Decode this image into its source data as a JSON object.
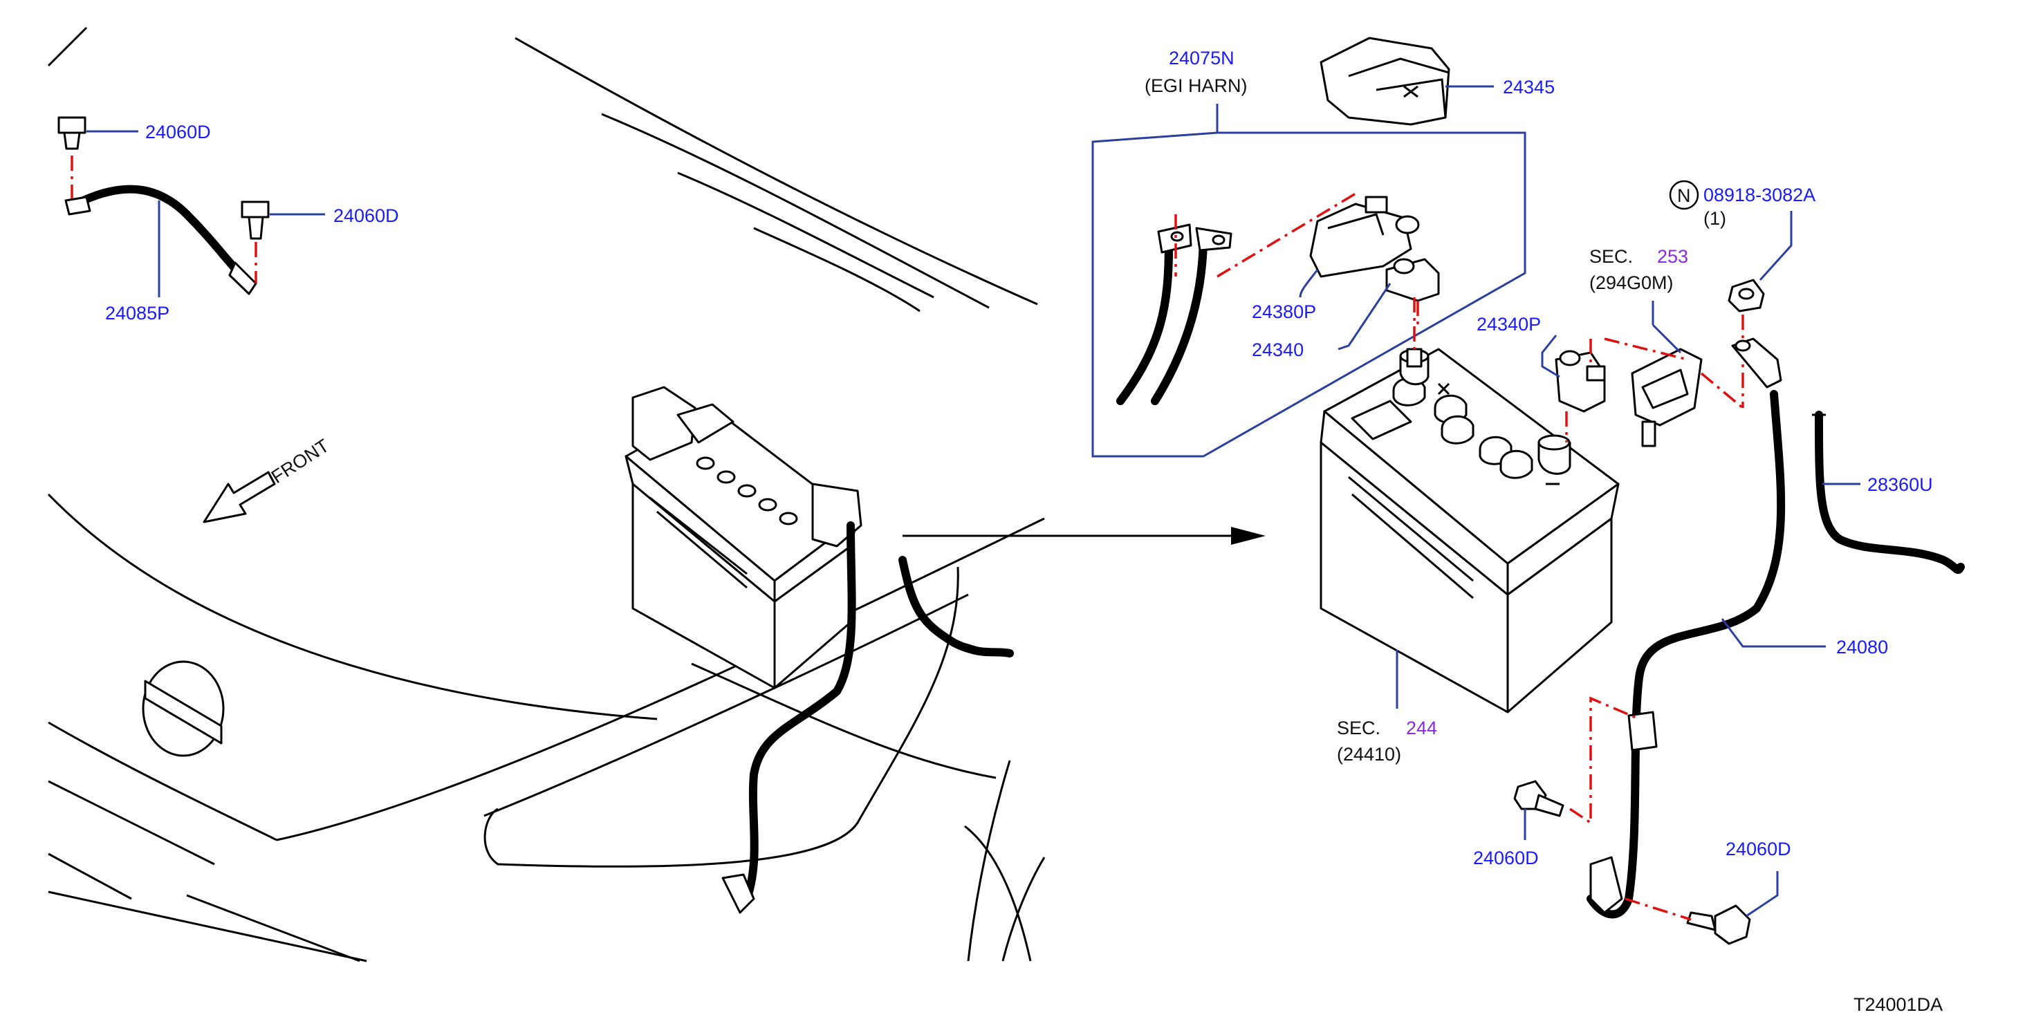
{
  "labels": {
    "p24060D_top": "24060D",
    "p24060D_top2": "24060D",
    "p24085P": "24085P",
    "front": "FRONT",
    "p24075N": "24075N",
    "egi_harn": "(EGI   HARN)",
    "p24345": "24345",
    "p24380P": "24380P",
    "p24340": "24340",
    "nut_symbol": "N",
    "p08918": "08918-3082A",
    "qty": "(1)",
    "sec253_prefix": "SEC.",
    "sec253_num": "253",
    "sec253_ref": "(294G0M)",
    "p24340P": "24340P",
    "p28360U": "28360U",
    "p24080": "24080",
    "sec244_prefix": "SEC.",
    "sec244_num": "244",
    "sec244_ref": "(24410)",
    "p24060D_bot": "24060D",
    "p24060D_bot2": "24060D",
    "code": "T24001DA"
  },
  "colors": {
    "label_blue": "#1a1aff",
    "leader_blue": "#2a3fa0",
    "section_purple": "#8a2be2",
    "dash_red": "#e01010"
  }
}
